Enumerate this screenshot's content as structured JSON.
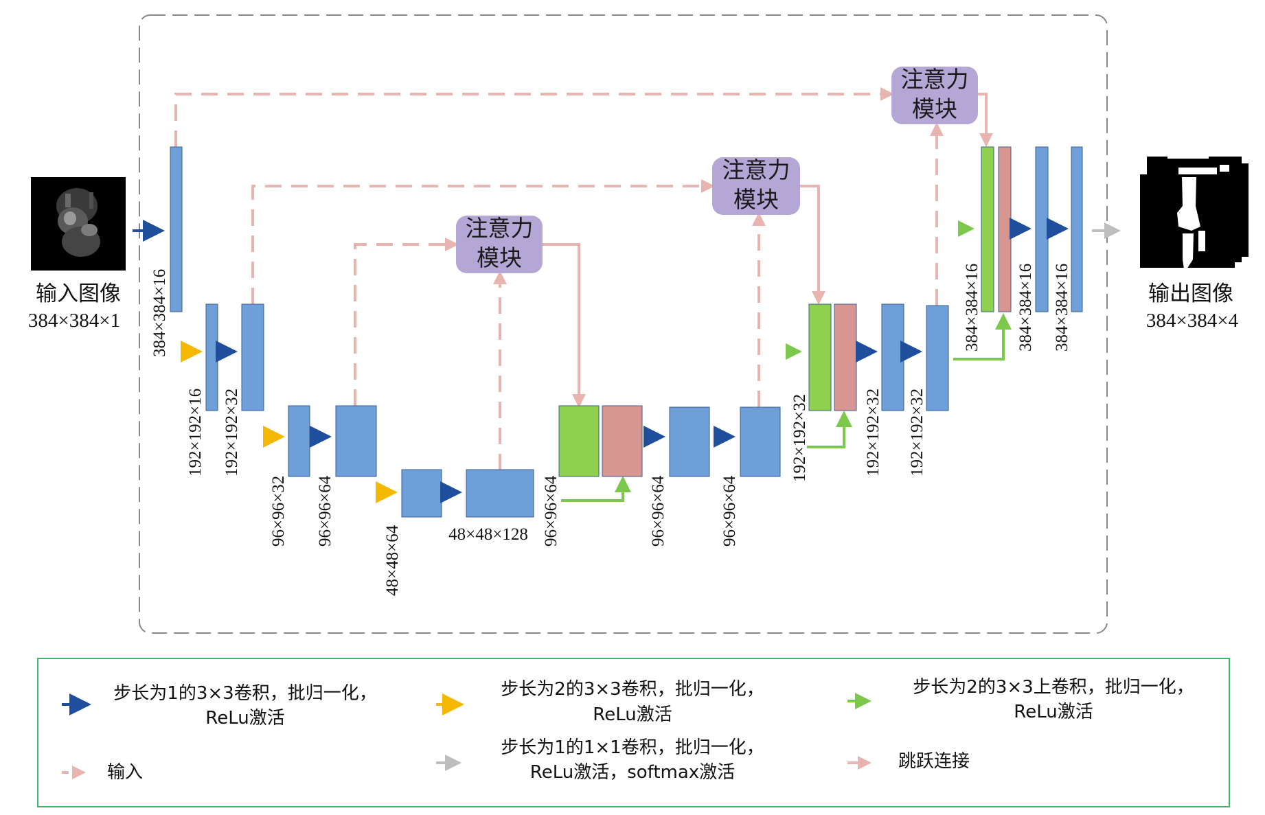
{
  "input": {
    "title": "输入图像",
    "dims": "384×384×1"
  },
  "output": {
    "title": "输出图像",
    "dims": "384×384×4"
  },
  "attention_label": [
    "注意力",
    "模块"
  ],
  "layer_labels": {
    "enc1": "384×384×16",
    "enc2a": "192×192×16",
    "enc2b": "192×192×32",
    "enc3a": "96×96×32",
    "enc3b": "96×96×64",
    "enc4a": "48×48×64",
    "bottleneck": "48×48×128",
    "dec3cat": "96×96×64",
    "dec3a": "96×96×64",
    "dec3b": "96×96×64",
    "dec2cat": "192×192×32",
    "dec2a": "192×192×32",
    "dec2b": "192×192×32",
    "dec1cat": "384×384×16",
    "dec1a": "384×384×16",
    "dec1b": "384×384×16"
  },
  "legend": [
    {
      "id": "conv3s1",
      "lines": [
        "步长为1的3×3卷积，批归一化，",
        "ReLu激活"
      ],
      "color": "#1f4e9c",
      "style": "solid"
    },
    {
      "id": "conv3s2",
      "lines": [
        "步长为2的3×3卷积，批归一化，",
        "ReLu激活"
      ],
      "color": "#f5b800",
      "style": "solid"
    },
    {
      "id": "upconv",
      "lines": [
        "步长为2的3×3上卷积，批归一化，",
        "ReLu激活"
      ],
      "color": "#7cc84a",
      "style": "solid"
    },
    {
      "id": "input",
      "lines": [
        "输入"
      ],
      "color": "#e8b4b0",
      "style": "dashed"
    },
    {
      "id": "conv1",
      "lines": [
        "步长为1的1×1卷积，批归一化，",
        "ReLu激活，softmax激活"
      ],
      "color": "#bdbdbd",
      "style": "solid"
    },
    {
      "id": "skip",
      "lines": [
        "跳跃连接"
      ],
      "color": "#e8b4b0",
      "style": "solid"
    }
  ],
  "colors": {
    "block_blue": "#6f9fd9",
    "block_green": "#8fd14f",
    "block_red": "#d99590",
    "attention_fill": "#b4a7d6",
    "skip_pink": "#e8b4b0",
    "arrow_blue": "#1f4e9c",
    "arrow_yellow": "#f5b800",
    "arrow_green": "#7cc84a",
    "arrow_gray": "#bdbdbd",
    "legend_border": "#3cb86a",
    "frame_gray": "#888888"
  }
}
